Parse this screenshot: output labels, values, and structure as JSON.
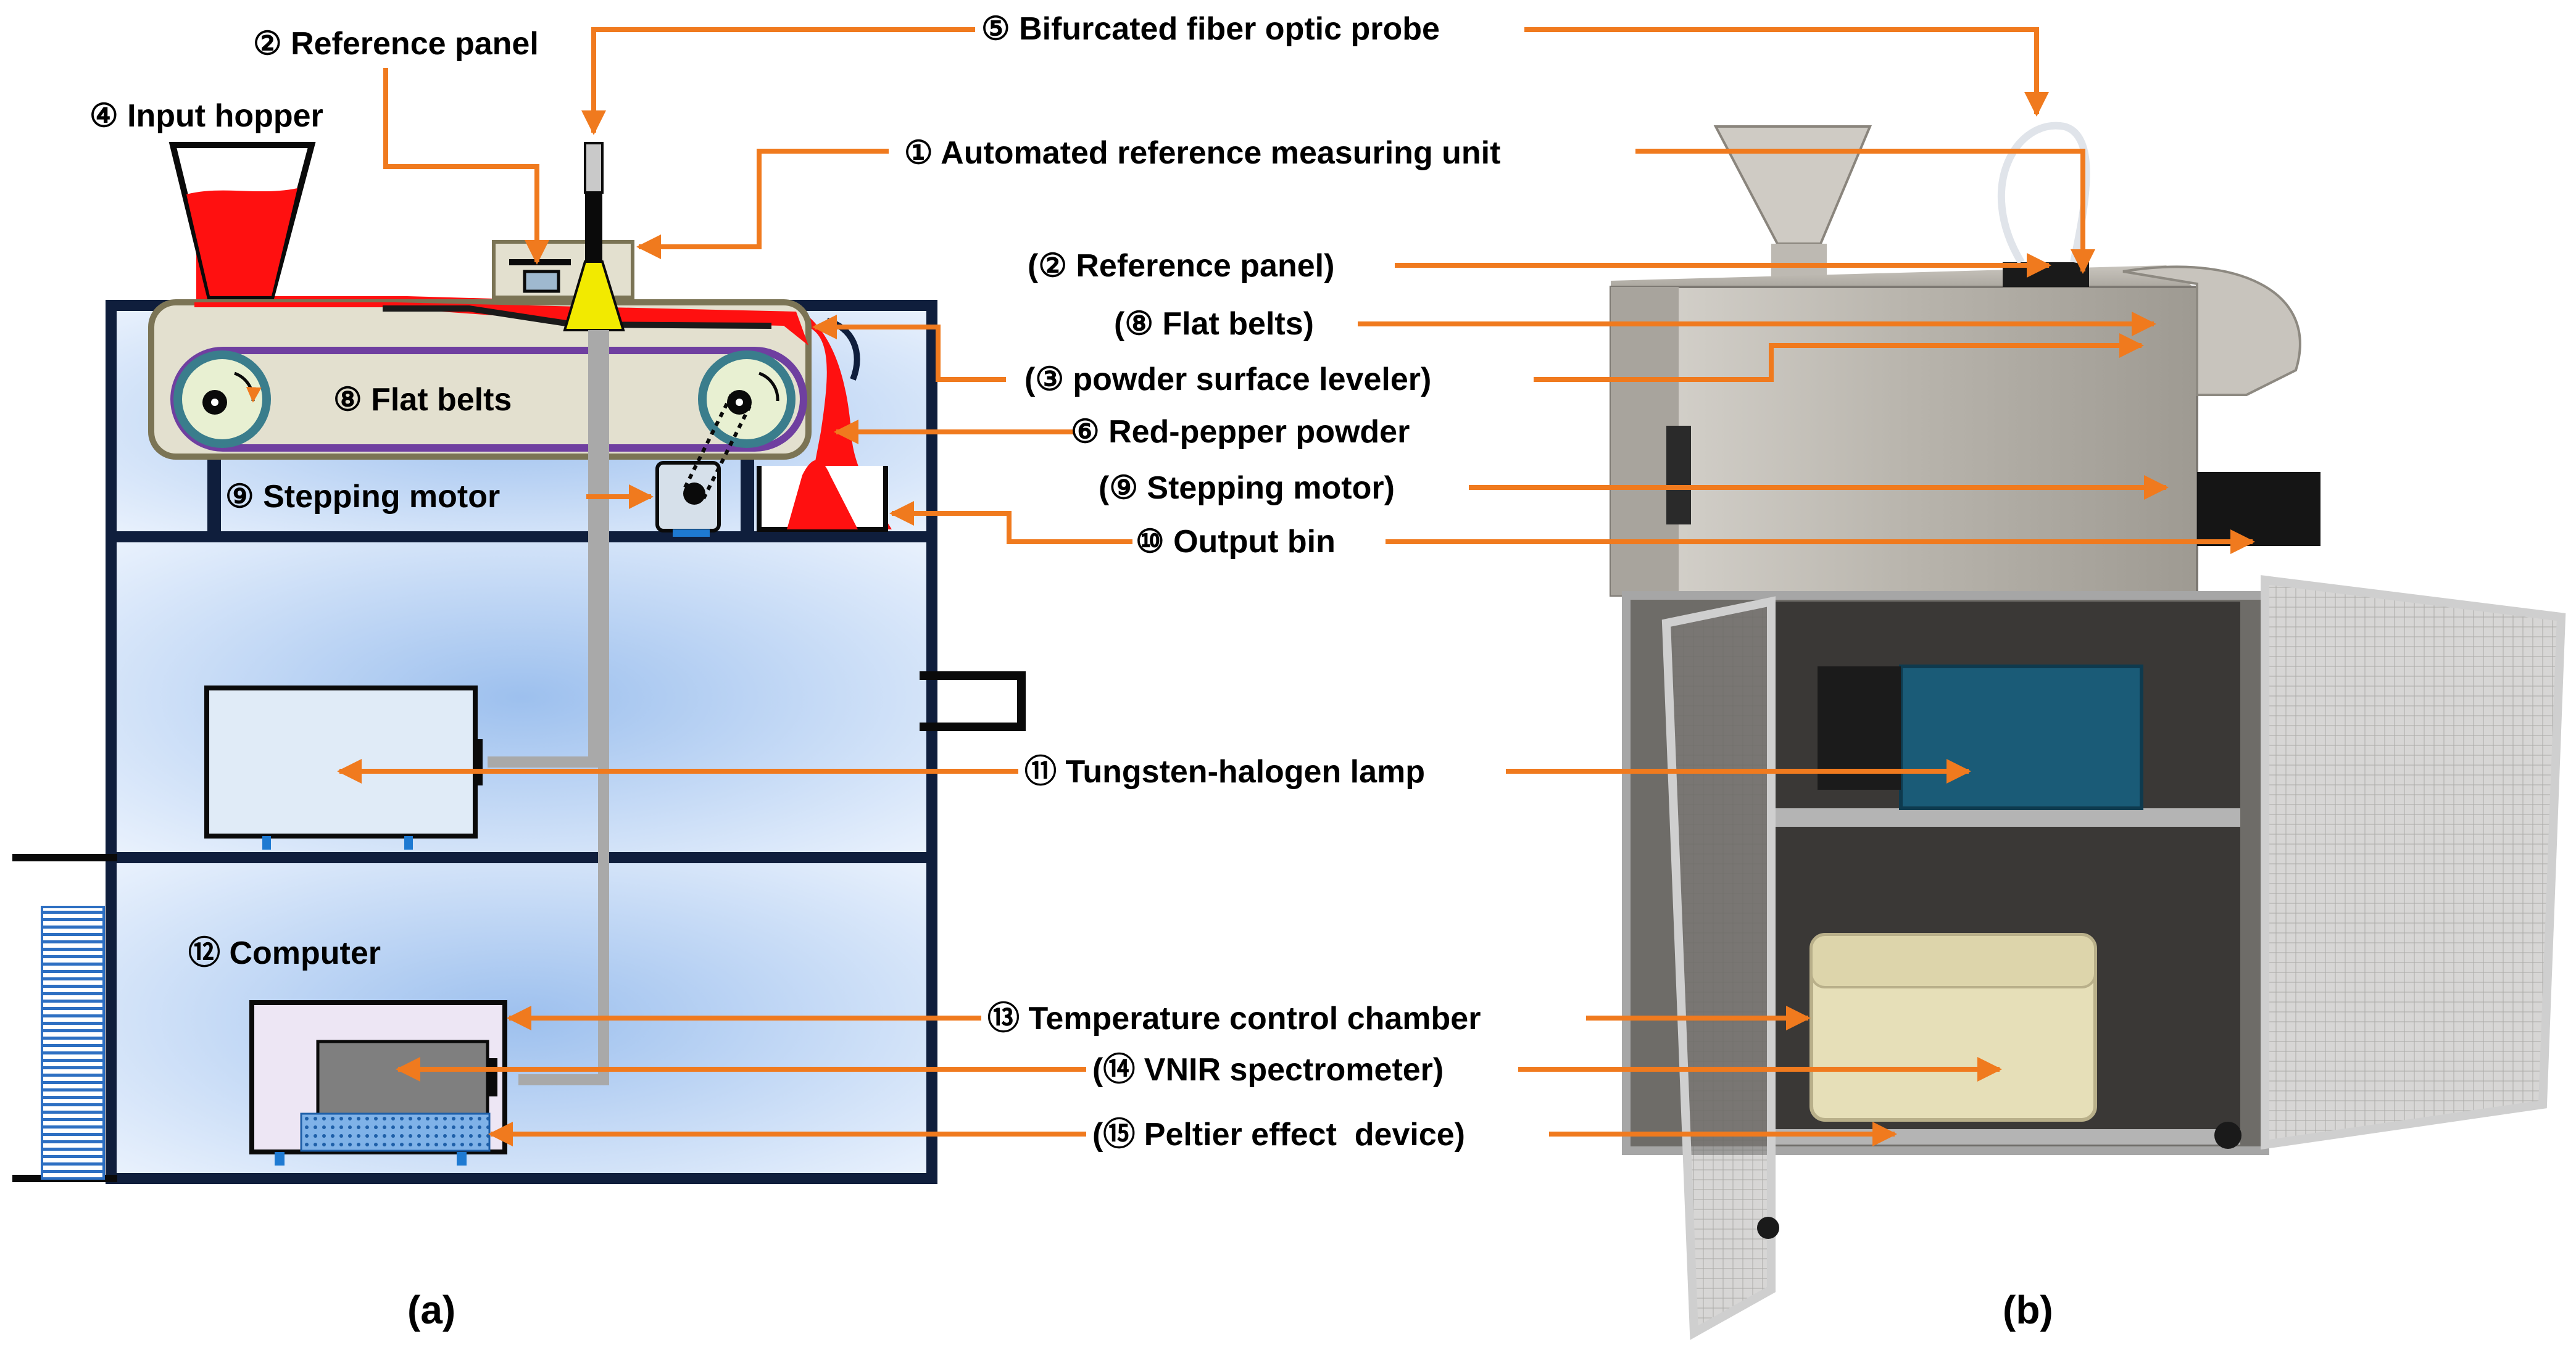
{
  "labels": {
    "bifurcated_probe": "⑤ Bifurcated fiber optic probe",
    "reference_panel_a": "② Reference panel",
    "input_hopper": "④ Input hopper",
    "auto_ref_unit": "① Automated reference measuring unit",
    "reference_panel_b": "(② Reference panel)",
    "flat_belts_b": "(⑧ Flat belts)",
    "surface_leveler_b": "(③ powder surface leveler)",
    "red_pepper_powder": "⑥ Red-pepper powder",
    "stepping_motor_b": "(⑨ Stepping motor)",
    "output_bin": "⑩ Output bin",
    "flat_belts_a": "⑧ Flat belts",
    "stepping_motor_a": "⑨ Stepping motor",
    "tungsten_lamp": "⑪ Tungsten-halogen lamp",
    "computer": "⑫ Computer",
    "temp_chamber": "⑬ Temperature control chamber",
    "vnir_spectrometer": "(⑭ VNIR spectrometer)",
    "peltier_device": "(⑮ Peltier effect  device)"
  },
  "panels": {
    "a": "(a)",
    "b": "(b)"
  },
  "colors": {
    "arrow": "#f07a1e",
    "powder": "#ff1010",
    "cabinet_fill": "#dce9fb",
    "cabinet_edge": "#0f1e3c",
    "belt_frame": "#e3e0cf",
    "belt_loop": "#6f3fa0",
    "fiber_cone": "#f2ea00",
    "photo_steel": "#b8b4ac"
  }
}
